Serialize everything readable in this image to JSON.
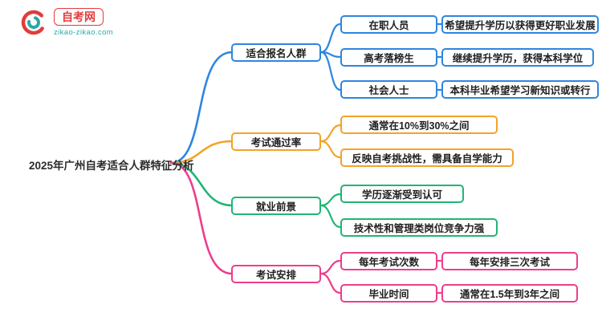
{
  "logo": {
    "site_name": "自考网",
    "site_url": "zikao-zikao.com",
    "brand_red": "#e23c3c",
    "brand_teal": "#2aa9a4"
  },
  "root": {
    "title": "2025年广州自考适合人群特征分析"
  },
  "branches": [
    {
      "label": "适合报名人群",
      "color": "#2e86de",
      "children": [
        {
          "label": "在职人员",
          "detail": "希望提升学历以获得更好职业发展"
        },
        {
          "label": "高考落榜生",
          "detail": "继续提升学历，获得本科学位"
        },
        {
          "label": "社会人士",
          "detail": "本科毕业希望学习新知识或转行"
        }
      ]
    },
    {
      "label": "考试通过率",
      "color": "#f2a32a",
      "children": [
        {
          "label": "通常在10%到30%之间"
        },
        {
          "label": "反映自考挑战性，需具备自学能力"
        }
      ]
    },
    {
      "label": "就业前景",
      "color": "#22b573",
      "children": [
        {
          "label": "学历逐渐受到认可"
        },
        {
          "label": "技术性和管理类岗位竞争力强"
        }
      ]
    },
    {
      "label": "考试安排",
      "color": "#ed3e8c",
      "children": [
        {
          "label": "每年考试次数",
          "detail": "每年安排三次考试"
        },
        {
          "label": "毕业时间",
          "detail": "通常在1.5年到3年之间"
        }
      ]
    }
  ]
}
